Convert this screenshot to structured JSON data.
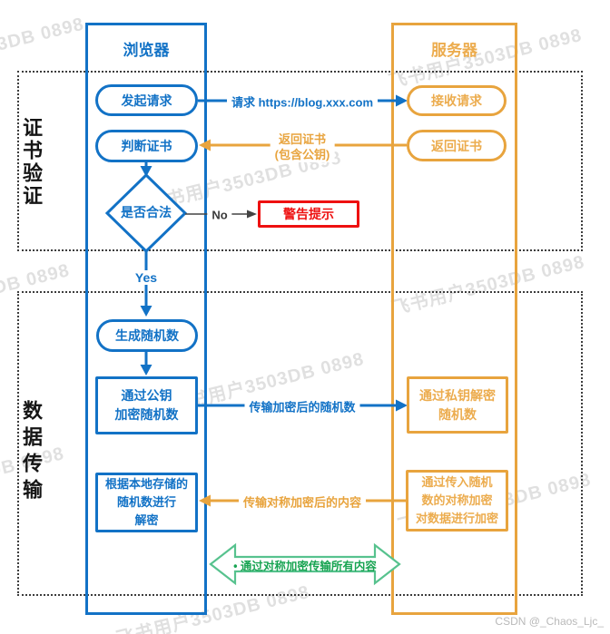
{
  "lanes": {
    "browser": "浏览器",
    "server": "服务器"
  },
  "sections": {
    "cert": "证书验证",
    "data": "数据传输"
  },
  "nodes": {
    "initiate": "发起请求",
    "receive": "接收请求",
    "judge": "判断证书",
    "return_cert": "返回证书",
    "is_valid": "是否合法",
    "warning": "警告提示",
    "generate": "生成随机数",
    "enc_pub": "通过公钥\n加密随机数",
    "dec_priv": "通过私钥解密\n随机数",
    "dec_local": "根据本地存储的\n随机数进行\n解密",
    "enc_sym": "通过传入随机\n数的对称加密\n对数据进行加密"
  },
  "edges": {
    "request": "请求 https://blog.xxx.com",
    "return_line1": "返回证书",
    "return_line2": "(包含公钥)",
    "no": "No",
    "yes": "Yes",
    "enc_random": "传输加密后的随机数",
    "sym_content": "传输对称加密后的内容",
    "sym_all": "• 通过对称加密传输所有内容"
  },
  "watermarks": {
    "feishu": "飞书用户3503DB 0898",
    "tail_503": "503DB 0898",
    "tail_03": "03DB 0898",
    "credit": "CSDN @_Chaos_Ljc_"
  },
  "colors": {
    "blue": "#1272C6",
    "orange": "#E8A43E",
    "red": "#EE1010",
    "green_border": "#57C28E",
    "green_text": "#18A452",
    "section_dash": "#3d3d3d"
  }
}
